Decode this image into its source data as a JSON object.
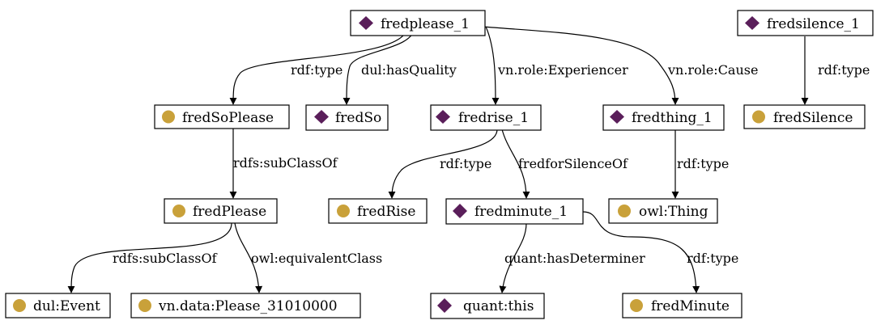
{
  "colors": {
    "individual": "#5a1e5a",
    "class": "#c9a13a"
  },
  "nodes": {
    "fredplease_1": {
      "label": "fredplease_1",
      "kind": "individual",
      "icon": "diamond-icon"
    },
    "fredsilence_1": {
      "label": "fredsilence_1",
      "kind": "individual",
      "icon": "diamond-icon"
    },
    "fredSoPlease": {
      "label": "fredSoPlease",
      "kind": "class",
      "icon": "circle-icon"
    },
    "fredSo": {
      "label": "fredSo",
      "kind": "individual",
      "icon": "diamond-icon"
    },
    "fredrise_1": {
      "label": "fredrise_1",
      "kind": "individual",
      "icon": "diamond-icon"
    },
    "fredthing_1": {
      "label": "fredthing_1",
      "kind": "individual",
      "icon": "diamond-icon"
    },
    "fredSilence": {
      "label": "fredSilence",
      "kind": "class",
      "icon": "circle-icon"
    },
    "fredPlease": {
      "label": "fredPlease",
      "kind": "class",
      "icon": "circle-icon"
    },
    "fredRise": {
      "label": "fredRise",
      "kind": "class",
      "icon": "circle-icon"
    },
    "fredminute_1": {
      "label": "fredminute_1",
      "kind": "individual",
      "icon": "diamond-icon"
    },
    "owlThing": {
      "label": "owl:Thing",
      "kind": "class",
      "icon": "circle-icon"
    },
    "dulEvent": {
      "label": "dul:Event",
      "kind": "class",
      "icon": "circle-icon"
    },
    "vnPlease": {
      "label": "vn.data:Please_31010000",
      "kind": "class",
      "icon": "circle-icon"
    },
    "quantThis": {
      "label": "quant:this",
      "kind": "individual",
      "icon": "diamond-icon"
    },
    "fredMinute": {
      "label": "fredMinute",
      "kind": "class",
      "icon": "circle-icon"
    }
  },
  "edges": {
    "e1": {
      "from": "fredplease_1",
      "to": "fredSoPlease",
      "label": "rdf:type"
    },
    "e2": {
      "from": "fredplease_1",
      "to": "fredSo",
      "label": "dul:hasQuality"
    },
    "e3": {
      "from": "fredplease_1",
      "to": "fredrise_1",
      "label": "vn.role:Experiencer"
    },
    "e4": {
      "from": "fredplease_1",
      "to": "fredthing_1",
      "label": "vn.role:Cause"
    },
    "e5": {
      "from": "fredsilence_1",
      "to": "fredSilence",
      "label": "rdf:type"
    },
    "e6": {
      "from": "fredSoPlease",
      "to": "fredPlease",
      "label": "rdfs:subClassOf"
    },
    "e7": {
      "from": "fredrise_1",
      "to": "fredRise",
      "label": "rdf:type"
    },
    "e8": {
      "from": "fredrise_1",
      "to": "fredminute_1",
      "label": "fredforSilenceOf"
    },
    "e9": {
      "from": "fredthing_1",
      "to": "owlThing",
      "label": "rdf:type"
    },
    "e10": {
      "from": "fredPlease",
      "to": "dulEvent",
      "label": "rdfs:subClassOf"
    },
    "e11": {
      "from": "fredPlease",
      "to": "vnPlease",
      "label": "owl:equivalentClass"
    },
    "e12": {
      "from": "fredminute_1",
      "to": "quantThis",
      "label": "quant:hasDeterminer"
    },
    "e13": {
      "from": "fredminute_1",
      "to": "fredMinute",
      "label": "rdf:type"
    }
  }
}
